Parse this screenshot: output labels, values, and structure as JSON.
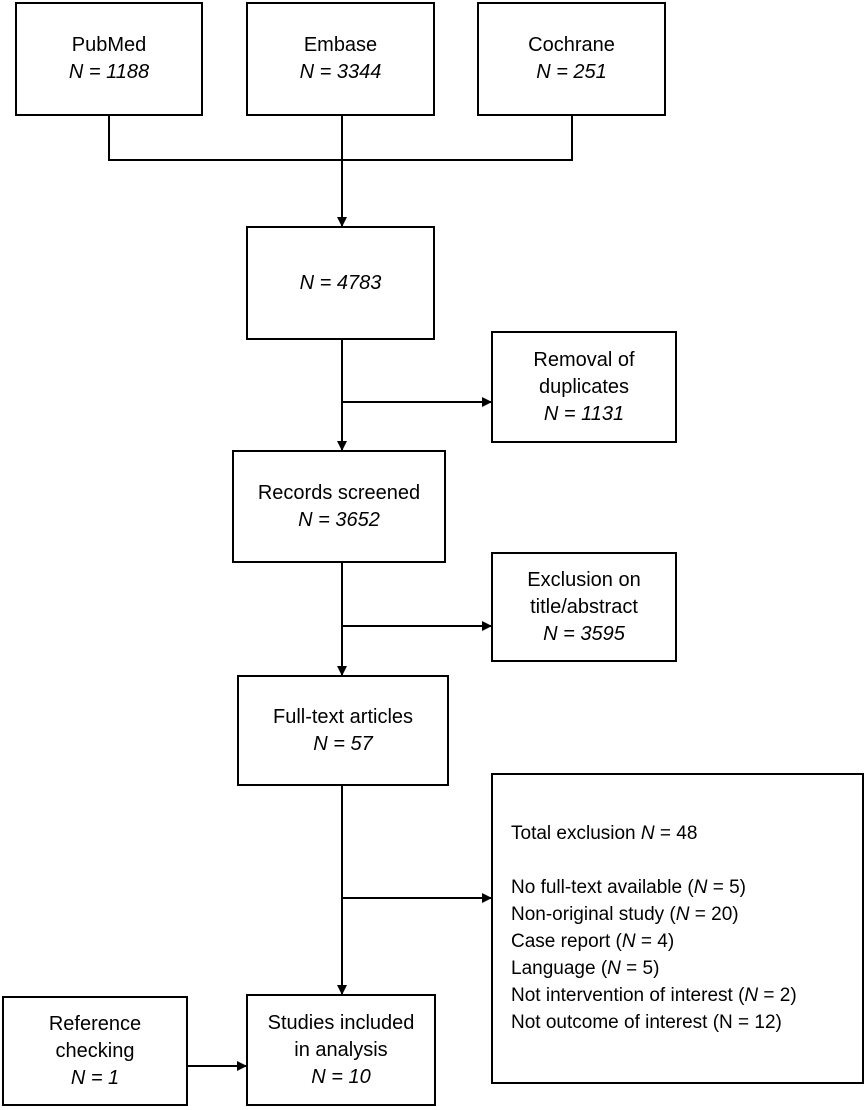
{
  "sources": [
    {
      "label": "PubMed",
      "n": "N = 1188"
    },
    {
      "label": "Embase",
      "n": "N = 3344"
    },
    {
      "label": "Cochrane",
      "n": "N = 251"
    }
  ],
  "combined": {
    "n": "N = 4783"
  },
  "duplicates": {
    "line1": "Removal of",
    "line2": "duplicates",
    "n": "N = 1131"
  },
  "screened": {
    "label": "Records screened",
    "n": "N = 3652"
  },
  "title_exclusion": {
    "line1": "Exclusion on",
    "line2": "title/abstract",
    "n": "N = 3595"
  },
  "fulltext": {
    "label": "Full-text articles",
    "n": "N = 57"
  },
  "total_exclusion": {
    "header": {
      "pre": "Total exclusion ",
      "n": "N",
      "post": " = 48"
    },
    "reasons": [
      {
        "pre": "No full-text available (",
        "n": "N",
        "post": " = 5)"
      },
      {
        "pre": "Non-original study (",
        "n": "N",
        "post": " = 20)"
      },
      {
        "pre": "Case report (",
        "n": "N",
        "post": " = 4)"
      },
      {
        "pre": "Language (",
        "n": "N",
        "post": " = 5)"
      },
      {
        "pre": "Not intervention of interest (",
        "n": "N",
        "post": " = 2)"
      },
      {
        "pre": "Not outcome of interest (N = 12)",
        "n": "",
        "post": ""
      }
    ]
  },
  "reference": {
    "line1": "Reference",
    "line2": "checking",
    "n": "N = 1"
  },
  "included": {
    "line1": "Studies included",
    "line2": "in analysis",
    "n": "N = 10"
  }
}
